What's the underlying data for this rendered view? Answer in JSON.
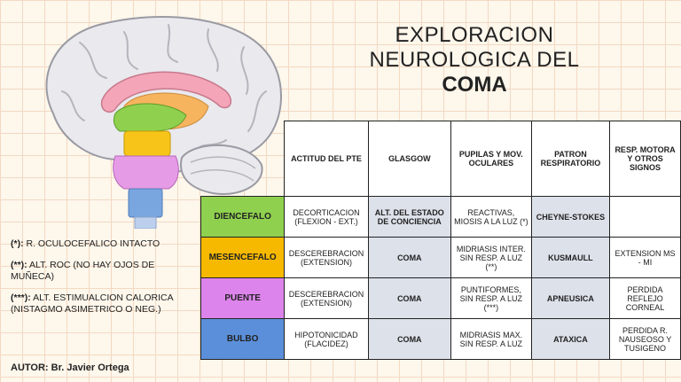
{
  "title": {
    "line1": "EXPLORACION",
    "line2": "NEUROLOGICA DEL",
    "line3": "COMA"
  },
  "table": {
    "headers": [
      "ACTITUD DEL PTE",
      "GLASGOW",
      "PUPILAS Y MOV. OCULARES",
      "PATRON RESPIRATORIO",
      "RESP. MOTORA Y OTROS SIGNOS"
    ],
    "rows": [
      {
        "level": "DIENCEFALO",
        "color": "#8fd14f",
        "actitud": "DECORTICACION (FLEXION - EXT.)",
        "glasgow": "ALT. DEL ESTADO DE CONCIENCIA",
        "pupilas": "REACTIVAS, MIOSIS A LA LUZ (*)",
        "patron": "CHEYNE-STOKES",
        "motora": ""
      },
      {
        "level": "MESENCEFALO",
        "color": "#f7b900",
        "actitud": "DESCEREBRACION (EXTENSION)",
        "glasgow": "COMA",
        "pupilas": "MIDRIASIS INTER. SIN RESP. A LUZ (**)",
        "patron": "KUSMAULL",
        "motora": "EXTENSION MS - MI"
      },
      {
        "level": "PUENTE",
        "color": "#dd84ec",
        "actitud": "DESCEREBRACION (EXTENSION)",
        "glasgow": "COMA",
        "pupilas": "PUNTIFORMES, SIN RESP. A LUZ (***)",
        "patron": "APNEUSICA",
        "motora": "PERDIDA REFLEJO CORNEAL"
      },
      {
        "level": "BULBO",
        "color": "#5b8fd9",
        "actitud": "HIPOTONICIDAD (FLACIDEZ)",
        "glasgow": "COMA",
        "pupilas": "MIDRIASIS MAX. SIN RESP. A LUZ",
        "patron": "ATAXICA",
        "motora": "PERDIDA R. NAUSEOSO Y TUSIGENO"
      }
    ]
  },
  "notes": [
    {
      "mark": "(*):",
      "text": "R. OCULOCEFALICO INTACTO"
    },
    {
      "mark": "(**):",
      "text": "ALT. ROC (NO HAY OJOS DE MUÑECA)"
    },
    {
      "mark": "(***):",
      "text": "ALT. ESTIMUALCION CALORICA (NISTAGMO ASIMETRICO O NEG.)"
    }
  ],
  "author": "AUTOR: Br. Javier Ortega"
}
